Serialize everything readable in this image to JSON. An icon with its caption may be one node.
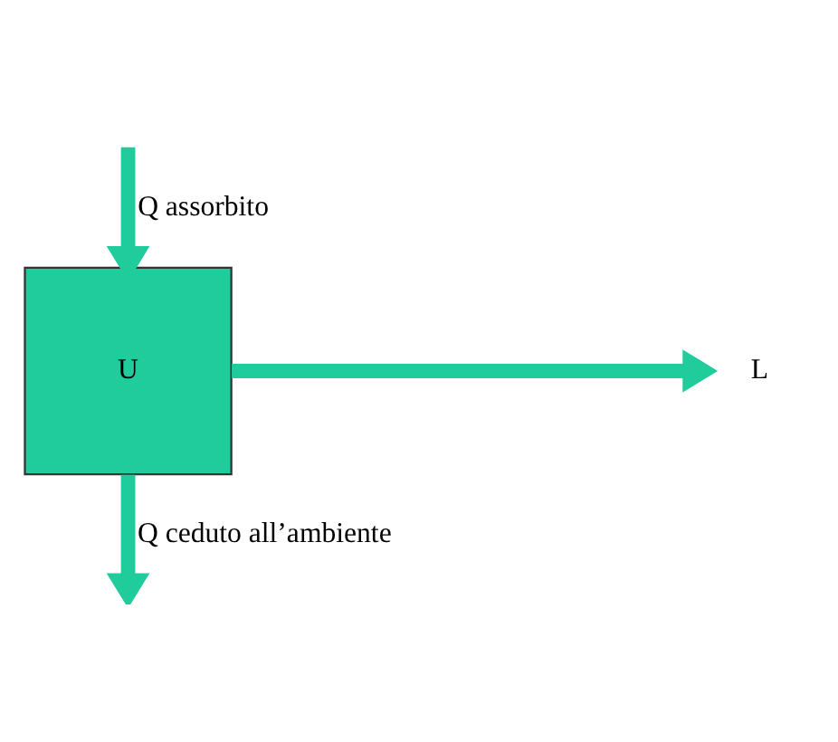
{
  "diagram": {
    "nodes": [
      {
        "text": [
          "U"
        ]
      },
      {
        "text": [
          "L"
        ]
      }
    ],
    "edges": [
      {
        "from": null,
        "to": 0,
        "arrow": "to",
        "label": "Q assorbito"
      },
      {
        "from": 0,
        "to": 1,
        "arrow": "to"
      },
      {
        "from": 0,
        "to": null,
        "arrow": "to",
        "label": "Q ceduto all’ambiente"
      }
    ]
  }
}
